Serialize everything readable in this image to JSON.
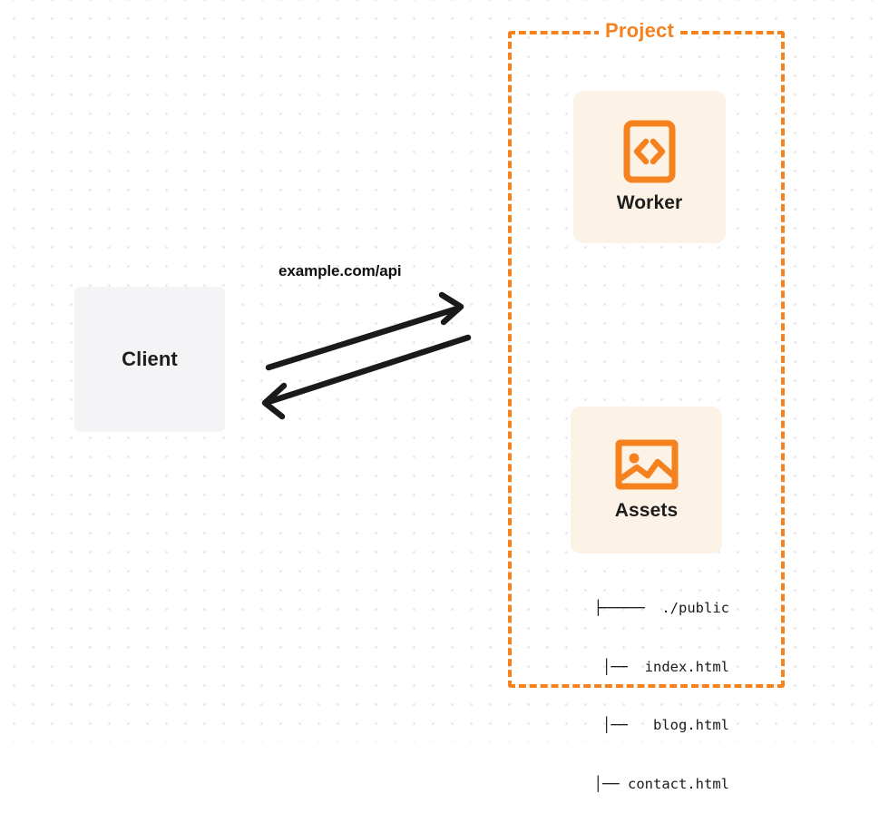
{
  "diagram": {
    "title": "Project",
    "background": "dot-grid",
    "colors": {
      "accent_orange": "#f6821f",
      "card_cream": "#fdf2e6",
      "client_gray": "#f4f4f6",
      "text_dark": "#1d1d1d",
      "arrow_black": "#1a1a1a",
      "dot_grid": "#e9e9ec"
    }
  },
  "client": {
    "label": "Client"
  },
  "connection": {
    "label": "example.com/api",
    "direction": "bidirectional",
    "request_arrow": "client-to-project",
    "response_arrow": "project-to-client"
  },
  "project": {
    "label": "Project",
    "border_style": "dashed",
    "services": [
      {
        "label": "Worker",
        "icon": "code-brackets-icon"
      },
      {
        "label": "Assets",
        "icon": "image-icon"
      }
    ],
    "file_tree": [
      {
        "connector": "├─────",
        "name": "./public"
      },
      {
        "connector": "│──",
        "name": "index.html"
      },
      {
        "connector": "│──",
        "name": "blog.html"
      },
      {
        "connector": "│──",
        "name": "contact.html"
      }
    ],
    "file_tree_lines": [
      "├─────  ./public",
      "   │──  index.html",
      "   │──   blog.html",
      "   │── contact.html"
    ]
  }
}
